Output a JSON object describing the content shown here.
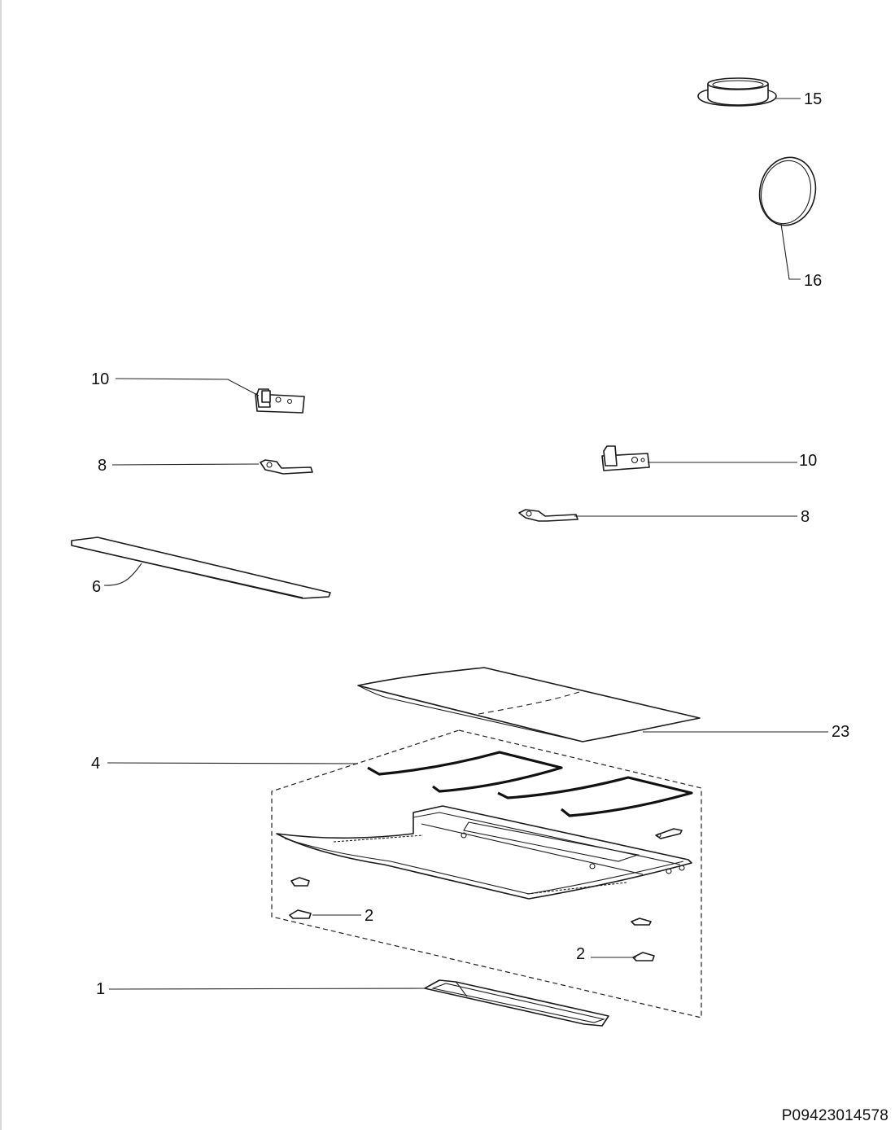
{
  "diagram": {
    "callouts": {
      "c1": "1",
      "c2a": "2",
      "c2b": "2",
      "c4": "4",
      "c6": "6",
      "c8a": "8",
      "c8b": "8",
      "c10a": "10",
      "c10b": "10",
      "c15": "15",
      "c16": "16",
      "c23": "23"
    },
    "document_id": "P09423014578"
  }
}
